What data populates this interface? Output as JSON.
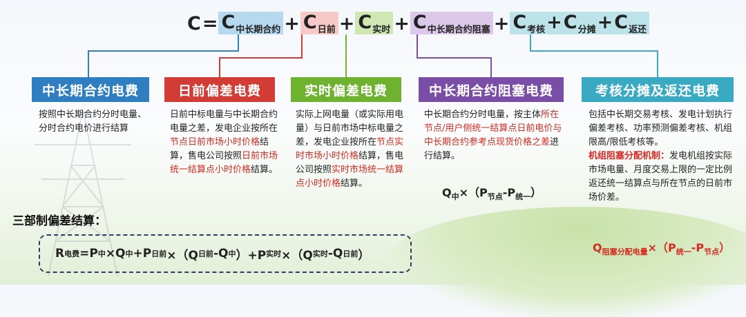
{
  "formula": {
    "c": "C",
    "eq": "=",
    "plus": "+",
    "terms": [
      {
        "base": "C",
        "sub": "中长期合约"
      },
      {
        "base": "C",
        "sub": "日前"
      },
      {
        "base": "C",
        "sub": "实时"
      },
      {
        "base": "C",
        "sub": "中长期合约阻塞"
      },
      {
        "base": "C",
        "sub": "考核"
      },
      {
        "base": "C",
        "sub": "分摊"
      },
      {
        "base": "C",
        "sub": "返还"
      }
    ]
  },
  "categories": [
    {
      "title": "中长期合约电费",
      "color": "#2f7ec1",
      "desc": [
        {
          "t": "按照中长期合约分时电量、分时合约电价进行结算",
          "red": false
        }
      ]
    },
    {
      "title": "日前偏差电费",
      "color": "#d23c34",
      "desc": [
        {
          "t": "日前中标电量与中长期合约电量之差，发电企业按所在",
          "red": false
        },
        {
          "t": "节点日前市场小时价格",
          "red": true
        },
        {
          "t": "结算，售电公司按照",
          "red": false
        },
        {
          "t": "日前市场统一结算点小时价格",
          "red": true
        },
        {
          "t": "结算。",
          "red": false
        }
      ]
    },
    {
      "title": "实时偏差电费",
      "color": "#6fb230",
      "desc": [
        {
          "t": "实际上网电量（或实际用电量）与日前市场中标电量之差，发电企业按所在",
          "red": false
        },
        {
          "t": "节点实时市场小时价格",
          "red": true
        },
        {
          "t": "结算，售电公司按照",
          "red": false
        },
        {
          "t": "实时市场统一结算点小时价格",
          "red": true
        },
        {
          "t": "结算。",
          "red": false
        }
      ]
    },
    {
      "title": "中长期合约阻塞电费",
      "color": "#7a4ea6",
      "desc": [
        {
          "t": "中长期合约分时电量，按主体",
          "red": false
        },
        {
          "t": "所在节点/用户侧统一结算点日前电价与中长期合约参考点现货价格之差",
          "red": true
        },
        {
          "t": "进行结算。",
          "red": false
        }
      ]
    },
    {
      "title": "考核分摊及返还电费",
      "color": "#3aa9c2",
      "desc": [
        {
          "t": "包括中长期交易考核、发电计划执行偏差考核、功率预测偏差考核、机组限高/限低考核等。",
          "red": false
        },
        {
          "t": "机组阻塞分配机制：",
          "red": true
        },
        {
          "t": "发电机组按实际市场电量、月度交易上限的一定比例返还统一结算点与所在节点的日前市场价差。",
          "red": false
        }
      ]
    }
  ],
  "congestion_formula": {
    "q": "Q",
    "q_sub": "中",
    "times": "×",
    "open": "（P",
    "p1_sub": "节点",
    "minus": "-P",
    "p2_sub": "统一",
    "close": "）"
  },
  "allocation_formula": {
    "q": "Q",
    "q_sub": "阻塞分配电量",
    "times": "×",
    "open": "（P",
    "p1_sub": "统一",
    "minus": "-P",
    "p2_sub": "节点",
    "close": "）"
  },
  "three_part": {
    "label": "三部制偏差结算：",
    "r": "R",
    "r_sub": "电费",
    "eq": "=P",
    "p_sub": "中",
    "x1": "×Q",
    "q_sub": "中",
    "plus1": "+P",
    "p2_sub": "日前",
    "x2": "×（Q",
    "q2_sub": "日前",
    "minus1": "-Q",
    "q3_sub": "中",
    "close1": "）+P",
    "p3_sub": "实时",
    "x3": "×（Q",
    "q4_sub": "实时",
    "minus2": "-Q",
    "q5_sub": "日前",
    "close2": "）"
  }
}
